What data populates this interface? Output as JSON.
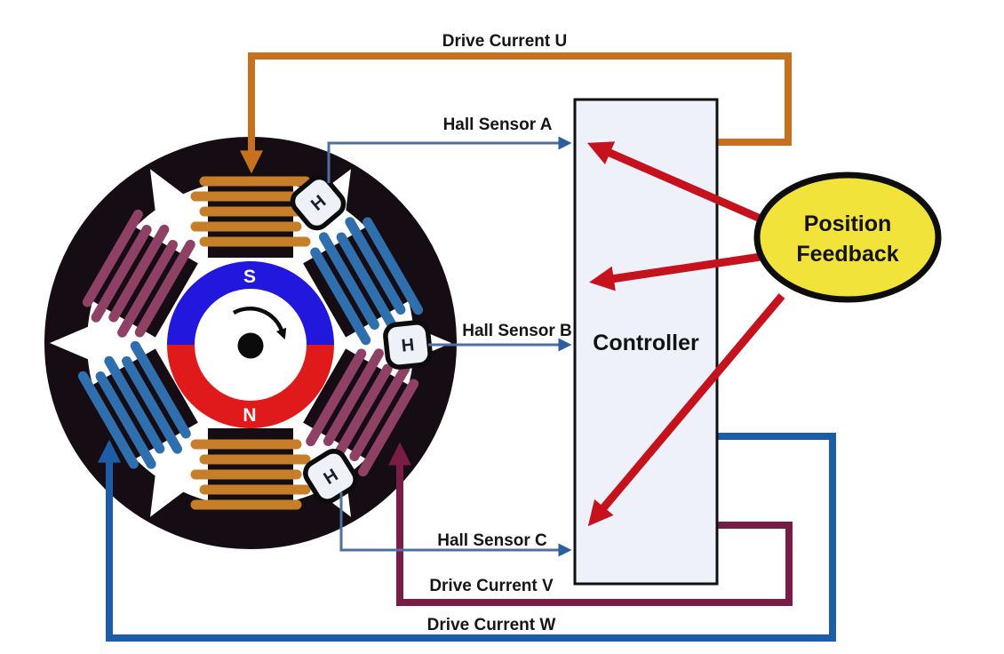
{
  "diagram": {
    "signal_labels": {
      "drive_current_u": "Drive Current U",
      "hall_sensor_a": "Hall Sensor A",
      "hall_sensor_b": "Hall Sensor B",
      "hall_sensor_c": "Hall Sensor C",
      "drive_current_v": "Drive Current V",
      "drive_current_w": "Drive Current W"
    },
    "controller": {
      "label": "Controller"
    },
    "position_feedback": {
      "line1": "Position",
      "line2": "Feedback"
    },
    "motor": {
      "rotor": {
        "south": "S",
        "north": "N"
      },
      "hall_sensors": [
        {
          "label": "H"
        },
        {
          "label": "H"
        },
        {
          "label": "H"
        }
      ]
    },
    "colors": {
      "phase_u": "#c7711f",
      "phase_v": "#771d46",
      "phase_w": "#1d5da7",
      "coil_u": "#c77e28",
      "coil_v": "#8e4164",
      "coil_w": "#2f6fae",
      "hall_signal": "#4f6f9e",
      "feedback_arrow": "#c6121c",
      "rotor_south": "#2117dd",
      "rotor_north": "#e01a1a",
      "stator": "#150d13",
      "controller_fill": "#eef1f9",
      "position_feedback_fill": "#f2e33a"
    }
  }
}
